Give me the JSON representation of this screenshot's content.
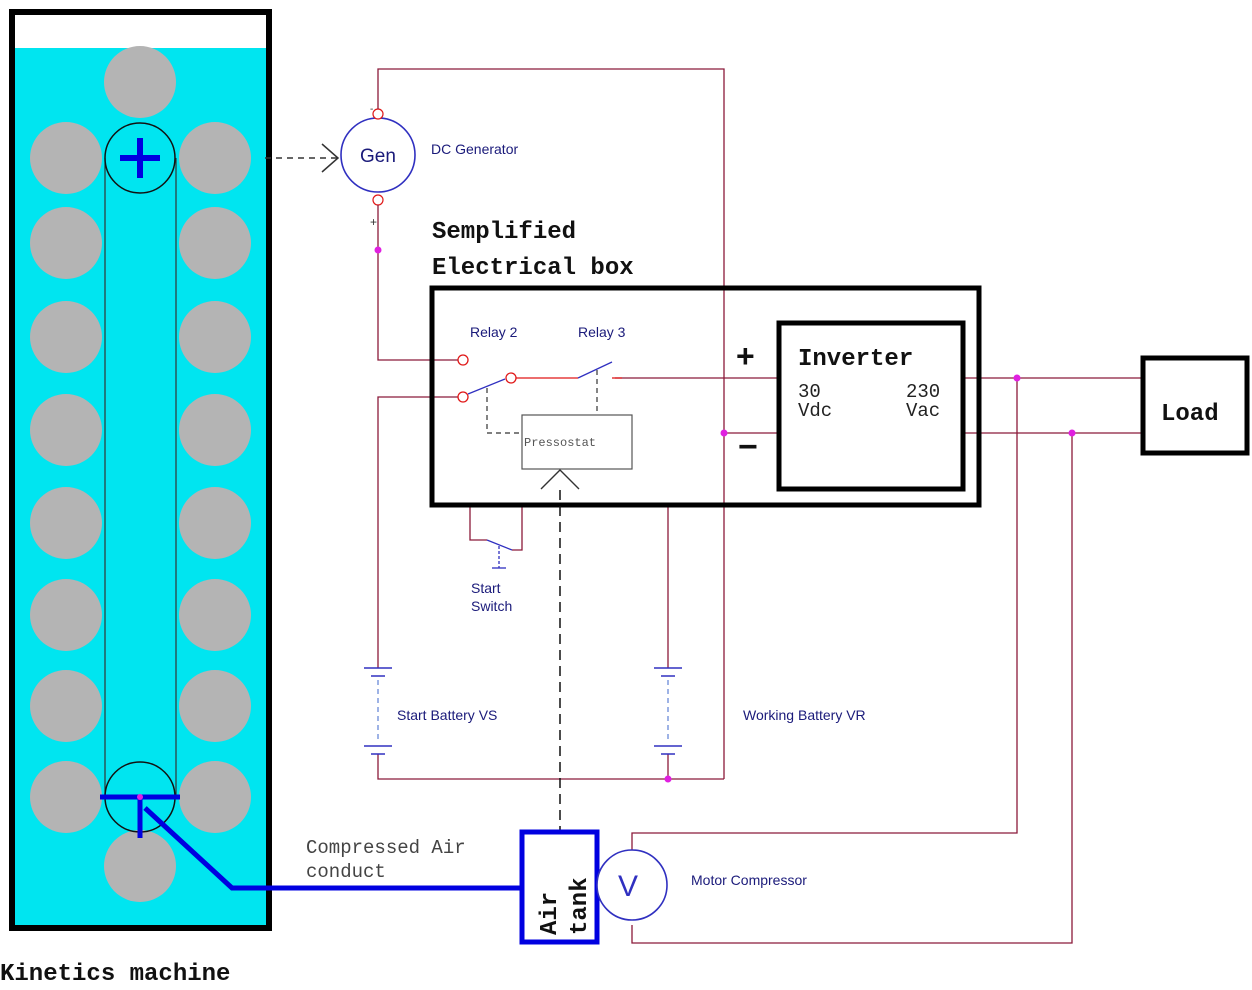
{
  "labels": {
    "gen": "Gen",
    "dc_generator": "DC Generator",
    "box_title_1": "Semplified",
    "box_title_2": "Electrical box",
    "relay2": "Relay 2",
    "relay3": "Relay 3",
    "inverter": "Inverter",
    "inverter_in_1": "30",
    "inverter_in_2": "Vdc",
    "inverter_out_1": "230",
    "inverter_out_2": "Vac",
    "plus": "+",
    "minus": "−",
    "pressostat": "Pressostat",
    "load": "Load",
    "start_switch_1": "Start",
    "start_switch_2": "Switch",
    "start_battery": "Start Battery VS",
    "working_battery": "Working Battery VR",
    "air_conduct_1": "Compressed Air",
    "air_conduct_2": "conduct",
    "air_tank_1": "Air",
    "air_tank_2": "tank",
    "motor_symbol": "V",
    "motor_compressor": "Motor Compressor",
    "kinetics_machine": "Kinetics machine",
    "gen_polarity_minus": "-",
    "gen_polarity_plus": "+"
  },
  "colors": {
    "water": "#00e5f0",
    "float": "#b4b4b4",
    "wire": "#8b1a3a",
    "red": "#e01818",
    "blue_air": "#0000e0",
    "label_blue": "#1a1a7a",
    "node": "#e020e0",
    "dash_blue": "#6a8ad8"
  }
}
